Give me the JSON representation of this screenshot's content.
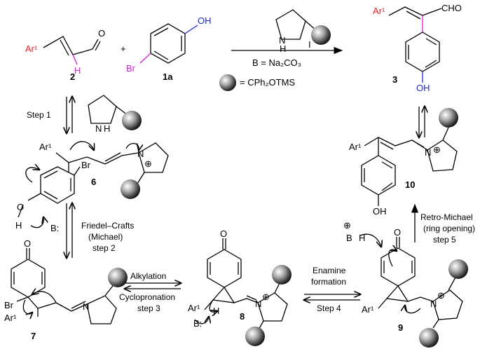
{
  "scheme": {
    "top": {
      "reagent_label": "I",
      "base": "B = Na₂CO₃",
      "catalyst_group": "= CPh₂OTMS",
      "aldehyde_top": "Ar¹",
      "aldehyde_h": "H",
      "aldehyde_o": "O",
      "phenol_oh": "OH",
      "phenol_br": "Br",
      "plus": "+",
      "amine_nh": "N",
      "amine_h": "H"
    },
    "compounds": {
      "c2": "2",
      "c1a": "1a",
      "c3": "3",
      "c6": "6",
      "c7": "7",
      "c8": "8",
      "c9": "9",
      "c10": "10"
    },
    "labels": {
      "ar1": "Ar¹",
      "cho": "CHO",
      "oh": "OH",
      "o": "O",
      "br": "Br",
      "n": "N",
      "nh": "N",
      "h": "H",
      "b_colon": "B:",
      "b": "B",
      "plus_charge": "⊕",
      "n_dot": "N"
    },
    "steps": {
      "step1": "Step 1",
      "step2_line1": "Friedel–Crafts",
      "step2_line2": "(Michael)",
      "step2_line3": "step 2",
      "step3_line1": "Alkylation",
      "step3_line2": "Cyclopronation",
      "step3_line3": "step 3",
      "step4_line1": "Enamine",
      "step4_line2": "formation",
      "step4_line3": "Step 4",
      "step5_line1": "Retro-Michael",
      "step5_line2": "(ring opening)",
      "step5_line3": "step 5"
    }
  },
  "colors": {
    "ar1": "#e8202a",
    "h_highlight": "#d81fd8",
    "br_highlight": "#d81fd8",
    "oh_highlight": "#1f2ad8",
    "bond_highlight": "#d81fd8"
  }
}
